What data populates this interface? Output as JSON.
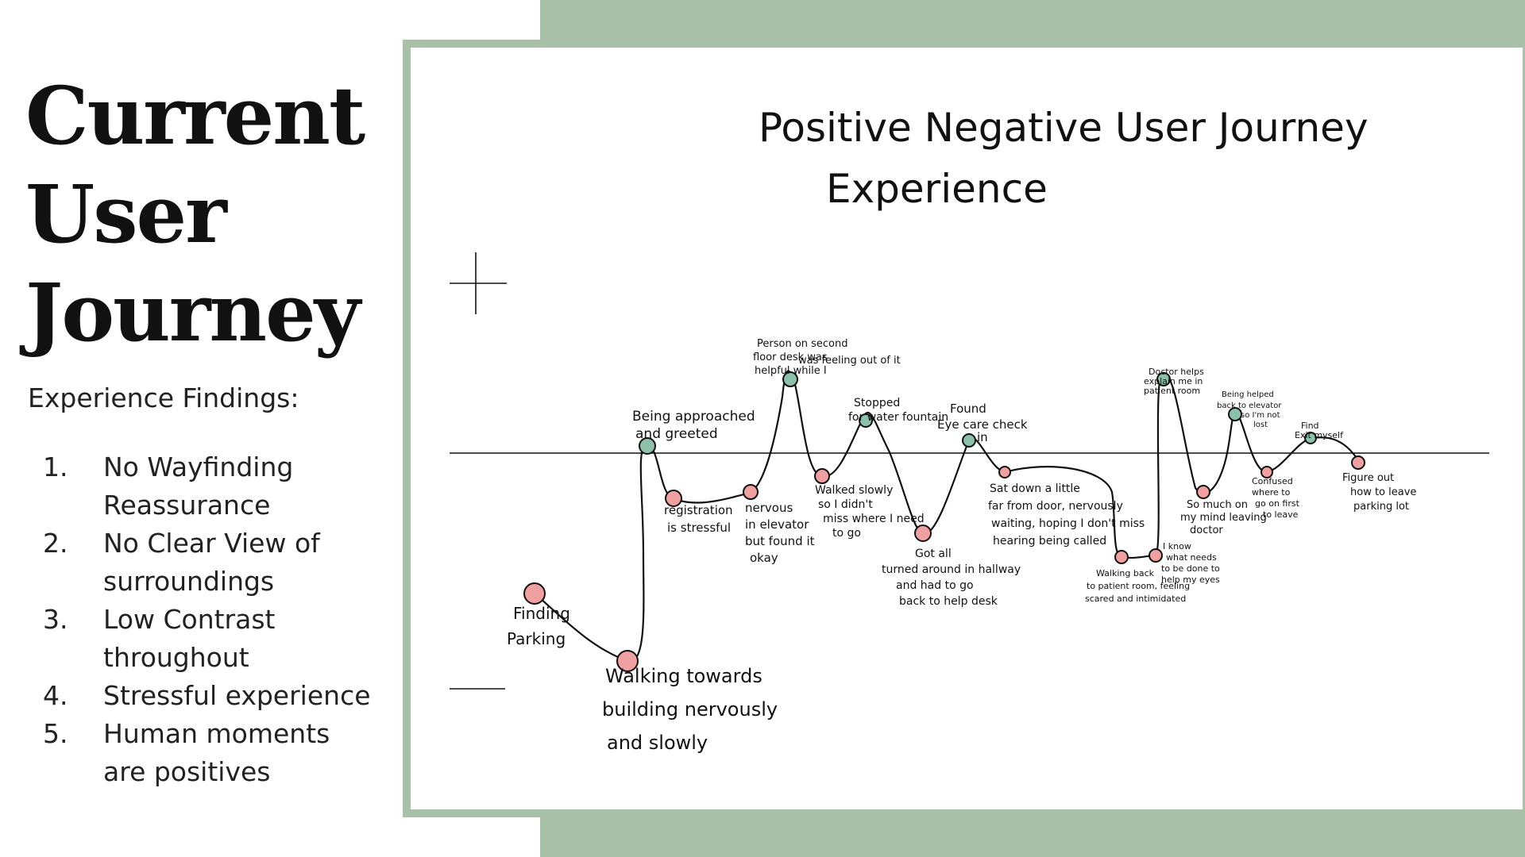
{
  "slide": {
    "title_lines": [
      "Current",
      "User",
      "Journey"
    ],
    "subtitle": "Experience Findings:",
    "findings": [
      {
        "num": "1.",
        "lines": [
          "No Wayfinding",
          "Reassurance"
        ]
      },
      {
        "num": "2.",
        "lines": [
          "No Clear View of",
          "surroundings"
        ]
      },
      {
        "num": "3.",
        "lines": [
          "Low Contrast",
          "throughout"
        ]
      },
      {
        "num": "4.",
        "lines": [
          "Stressful experience"
        ]
      },
      {
        "num": "5.",
        "lines": [
          "Human moments",
          "are positives"
        ]
      }
    ]
  },
  "sketch": {
    "title_line1": "Positive Negative User Journey",
    "title_line2": "Experience",
    "plus_label": "+",
    "minus_label": "—",
    "colors": {
      "negative": "#f0a0a0",
      "positive": "#8cc0a8",
      "frame": "#a8c0a8"
    },
    "notes": {
      "n1": [
        "Finding",
        "Parking"
      ],
      "n2": [
        "Walking towards",
        "building nervously",
        "and slowly"
      ],
      "n3": [
        "Being approached",
        "and greeted"
      ],
      "n4": [
        "registration",
        "is stressful"
      ],
      "n5": [
        "nervous",
        "in elevator",
        "but found it",
        "okay"
      ],
      "n6": [
        "Person on second",
        "floor desk was",
        "helpful while I",
        "was feeling out of it"
      ],
      "n7": [
        "Walked slowly",
        "so I didn't",
        "miss where I need",
        "to go"
      ],
      "n8": [
        "Stopped",
        "for water fountain"
      ],
      "n9": [
        "Got all",
        "turned around in hallway",
        "and had to go",
        "back to help desk"
      ],
      "n10": [
        "Found",
        "Eye care check",
        "in"
      ],
      "n11": [
        "Sat down a little",
        "far from door, nervously",
        "waiting, hoping I don't miss",
        "hearing being called"
      ],
      "n12": [
        "Walking back",
        "to patient room, feeling",
        "scared and intimidated"
      ],
      "n13": [
        "I know",
        "what needs",
        "to be done to",
        "help my eyes"
      ],
      "n14": [
        "Doctor helps",
        "explain me in",
        "patient room"
      ],
      "n15": [
        "So much on",
        "my mind leaving",
        "doctor"
      ],
      "n16": [
        "Being helped",
        "back to elevator",
        "so I'm not",
        "lost"
      ],
      "n17": [
        "Confused",
        "where to",
        "go on first",
        "to leave"
      ],
      "n18": [
        "Find",
        "Exit myself"
      ],
      "n19": [
        "Figure out",
        "how to leave",
        "parking lot"
      ]
    }
  }
}
